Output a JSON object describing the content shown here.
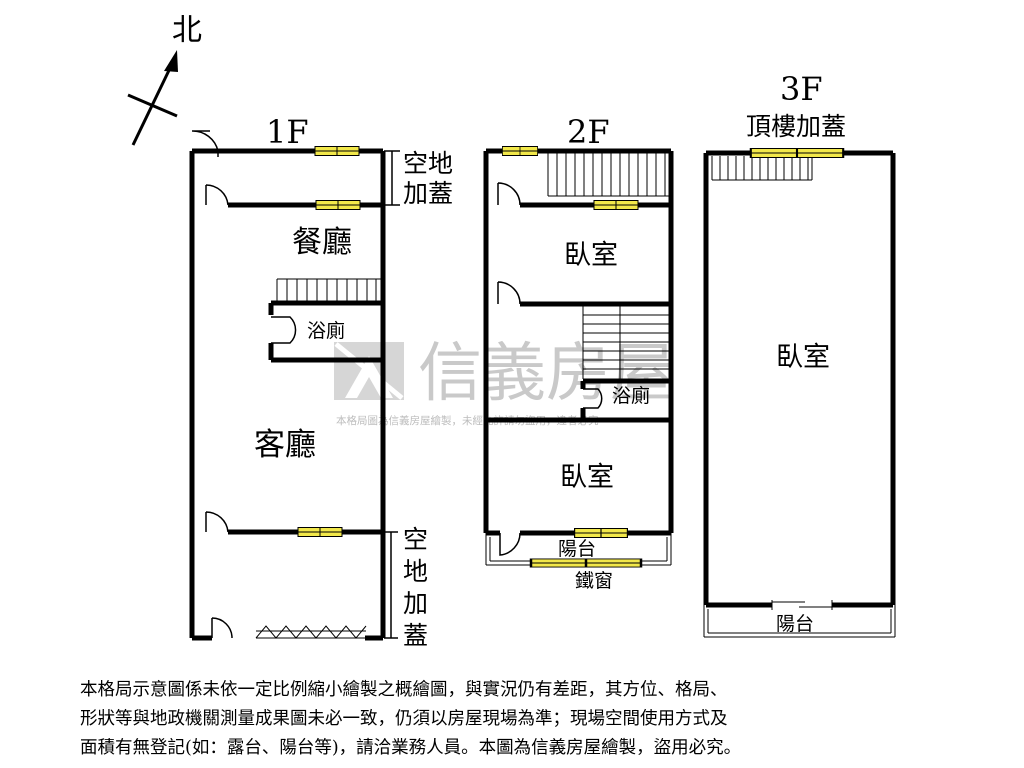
{
  "compass": {
    "north": "北"
  },
  "floors": {
    "f1": {
      "label": "1F",
      "rooms": {
        "dining": "餐廳",
        "bath": "浴廁",
        "living": "客廳"
      },
      "annotations": {
        "extension_top_line1": "空地",
        "extension_top_line2": "加蓋",
        "extension_bottom": [
          "空",
          "地",
          "加",
          "蓋"
        ]
      }
    },
    "f2": {
      "label": "2F",
      "rooms": {
        "bedroom_top": "臥室",
        "bath": "浴廁",
        "bedroom_bottom": "臥室",
        "balcony": "陽台",
        "iron_window": "鐵窗"
      }
    },
    "f3": {
      "label": "3F",
      "subtitle": "頂樓加蓋",
      "rooms": {
        "bedroom": "臥室",
        "balcony": "陽台"
      }
    }
  },
  "watermark": {
    "brand": "信義房屋",
    "note": "本格局圖為信義房屋繪製，未經允許請勿盜用，違者必究"
  },
  "disclaimer": {
    "lines": [
      "本格局示意圖係未依一定比例縮小繪製之概繪圖，與實況仍有差距，其方位、格局、",
      "形狀等與地政機關測量成果圖未必一致，仍須以房屋現場為準；現場空間使用方式及",
      "面積有無登記(如：露台、陽台等)，請洽業務人員。本圖為信義房屋繪製，盜用必究。"
    ]
  },
  "colors": {
    "window_fill": "#f2e84a",
    "wall": "#000000",
    "watermark": "#c9c9c9"
  }
}
